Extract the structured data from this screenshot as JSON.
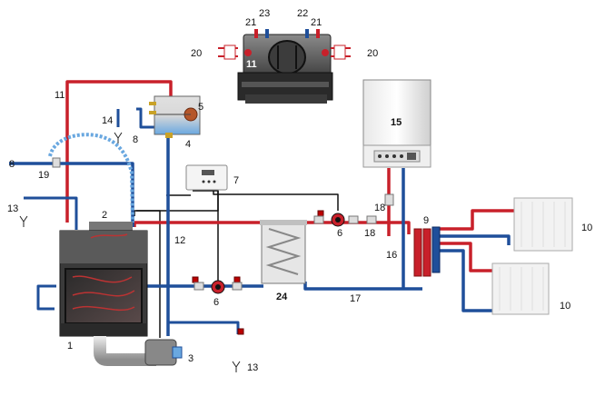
{
  "labels": {
    "l1": "1",
    "l2": "2",
    "l3": "3",
    "l4": "4",
    "l5": "5",
    "l6a": "6",
    "l6b": "6",
    "l7": "7",
    "l8a": "8",
    "l8b": "8",
    "l9": "9",
    "l10a": "10",
    "l10b": "10",
    "l11a": "11",
    "l11b": "11",
    "l12": "12",
    "l13a": "13",
    "l13b": "13",
    "l14": "14",
    "l15": "15",
    "l16": "16",
    "l17": "17",
    "l18a": "18",
    "l18b": "18",
    "l19": "19",
    "l20a": "20",
    "l20b": "20",
    "l21a": "21",
    "l21b": "21",
    "l22": "22",
    "l23": "23",
    "l24": "24"
  },
  "colors": {
    "supply": "#c8202a",
    "return": "#1f4f9a",
    "water": "#1a3d8f",
    "line": "#111111"
  }
}
